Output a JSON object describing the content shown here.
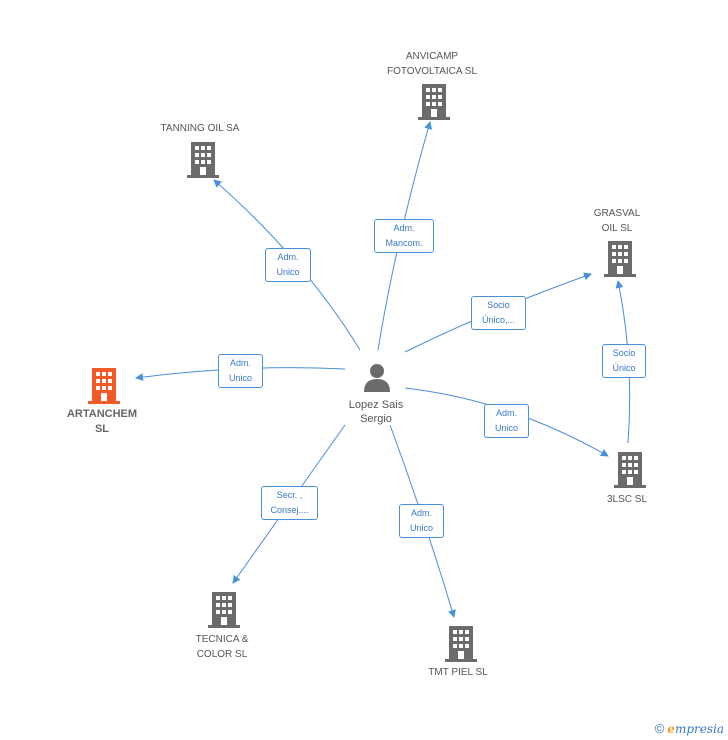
{
  "center": {
    "name": "Lopez Sais Sergio",
    "line1": "Lopez Sais",
    "line2": "Sergio"
  },
  "companies": [
    {
      "id": "anvicamp",
      "line1": "ANVICAMP",
      "line2": "FOTOVOLTAICA SL",
      "highlight": false
    },
    {
      "id": "tanning",
      "line1": "TANNING OIL SA",
      "line2": "",
      "highlight": false
    },
    {
      "id": "grasval",
      "line1": "GRASVAL",
      "line2": "OIL SL",
      "highlight": false
    },
    {
      "id": "artanchem",
      "line1": "ARTANCHEM",
      "line2": "SL",
      "highlight": true
    },
    {
      "id": "3lsc",
      "line1": "3LSC SL",
      "line2": "",
      "highlight": false
    },
    {
      "id": "tecnica",
      "line1": "TECNICA &",
      "line2": "COLOR SL",
      "highlight": false
    },
    {
      "id": "tmt",
      "line1": "TMT PIEL SL",
      "line2": "",
      "highlight": false
    }
  ],
  "relations": [
    {
      "to": "anvicamp",
      "line1": "Adm.",
      "line2": "Mancom."
    },
    {
      "to": "tanning",
      "line1": "Adm.",
      "line2": "Unico"
    },
    {
      "to": "grasval",
      "line1": "Socio",
      "line2": "Único,..."
    },
    {
      "to": "artanchem",
      "line1": "Adm.",
      "line2": "Unico"
    },
    {
      "to": "3lsc",
      "line1": "Adm.",
      "line2": "Unico"
    },
    {
      "to": "tecnica",
      "line1": "Secr. ,",
      "line2": "Consej...."
    },
    {
      "to": "tmt",
      "line1": "Adm.",
      "line2": "Unico"
    },
    {
      "from": "3lsc",
      "to": "grasval",
      "line1": "Socio",
      "line2": "Único"
    }
  ],
  "colors": {
    "edge": "#4a90d9",
    "building": "#6b6b6b",
    "highlight": "#f05a28",
    "person": "#6b6b6b"
  },
  "footer": {
    "copyright": "©",
    "brand_initial": "e",
    "brand_rest": "mpresia"
  }
}
